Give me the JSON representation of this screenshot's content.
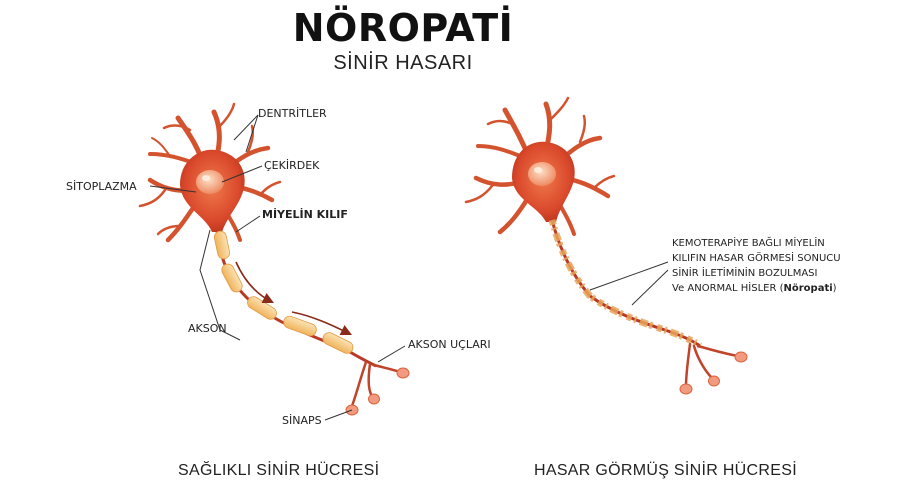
{
  "header": {
    "title": "NÖROPATİ",
    "subtitle": "SİNİR HASARI"
  },
  "healthy_cell": {
    "caption": "SAĞLIKLI SİNİR HÜCRESİ",
    "labels": {
      "dendrites": "DENTRİTLER",
      "nucleus": "ÇEKİRDEK",
      "cytoplasm": "SİTOPLAZMA",
      "myelin_sheath": "MİYELİN KILIF",
      "axon": "AKSON",
      "axon_terminals": "AKSON UÇLARI",
      "synapse": "SİNAPS"
    }
  },
  "damaged_cell": {
    "caption": "HASAR GÖRMÜŞ SİNİR HÜCRESİ",
    "note_lines": [
      "KEMOTERAPİYE BAĞLI MİYELİN",
      "KILIFIN HASAR GÖRMESİ SONUCU",
      "SİNİR İLETİMİNİN BOZULMASI"
    ],
    "note_last_prefix": "Ve ANORMAL HİSLER (",
    "note_last_bold": "Nöropati",
    "note_last_suffix": ")"
  },
  "colors": {
    "cell_body": "#d9482b",
    "nucleus": "#f3a07a",
    "myelin": "#f4c27a",
    "axon": "#b83a24",
    "terminal": "#f29a80",
    "arrow": "#8a2a18",
    "pointer": "#333333"
  }
}
